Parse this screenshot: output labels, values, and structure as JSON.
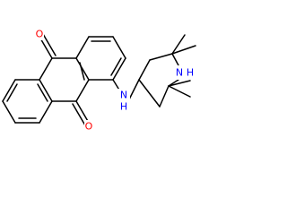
{
  "atoms": {
    "oxygen_top": {
      "symbol": "O",
      "color": "#ff0000"
    },
    "oxygen_bottom": {
      "symbol": "O",
      "color": "#ff0000"
    },
    "amine_nh": {
      "symbol": "N",
      "h": "H",
      "color": "#0000ff"
    },
    "ring_nh": {
      "symbol": "N",
      "h": "H",
      "color": "#0000ff"
    }
  },
  "colors": {
    "bond": "#000000",
    "background": "#ffffff"
  }
}
